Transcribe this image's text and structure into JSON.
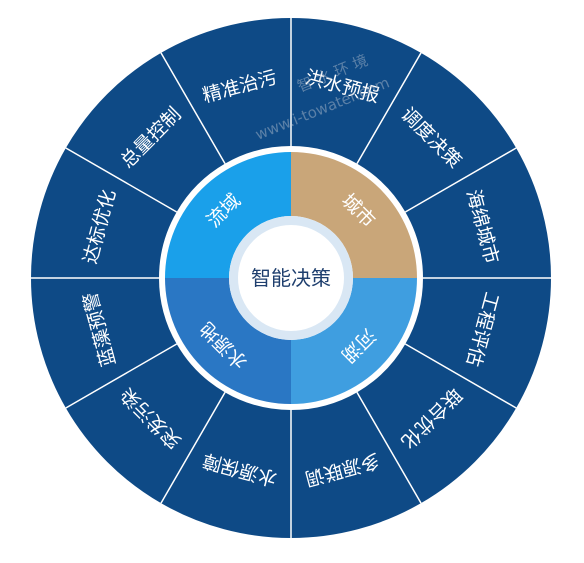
{
  "center": {
    "label": "智能决策"
  },
  "inner_ring": [
    {
      "label": "城市",
      "color": "#c9a679"
    },
    {
      "label": "河湖",
      "color": "#3f9ee0"
    },
    {
      "label": "水源地",
      "color": "#2a77c4"
    },
    {
      "label": "流域",
      "color": "#1aa0ea"
    }
  ],
  "outer_ring": {
    "color": "#0e4a86",
    "divider_color": "#ffffff",
    "items": [
      {
        "label": "洪水预报"
      },
      {
        "label": "调度决策"
      },
      {
        "label": "海绵城市"
      },
      {
        "label": "工程评估"
      },
      {
        "label": "联合优化"
      },
      {
        "label": "多源联调"
      },
      {
        "label": "水源保障"
      },
      {
        "label": "突发污染"
      },
      {
        "label": "蓝藻预警"
      },
      {
        "label": "达标优化"
      },
      {
        "label": "总量控制"
      },
      {
        "label": "精准治污"
      }
    ]
  },
  "watermark": {
    "line1": "智 水 环 境",
    "line2": "www.i-towater.com"
  }
}
